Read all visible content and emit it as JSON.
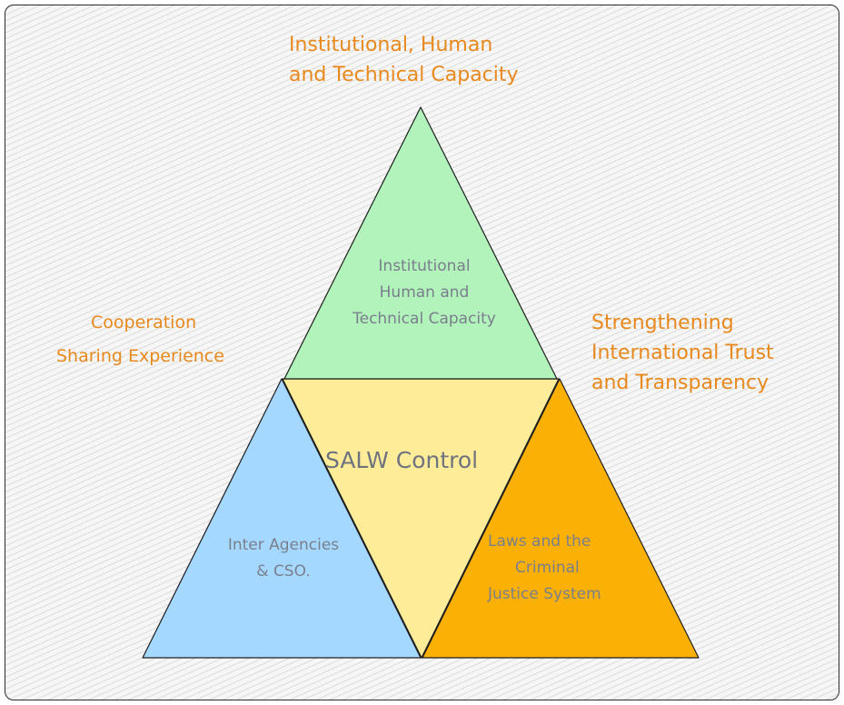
{
  "colors": {
    "top_fill": "#b2f2bb",
    "center_fill": "#ffec99",
    "left_fill": "#a5d8ff",
    "right_fill": "#fab005",
    "stroke": "#1e1e1e",
    "outer_text": "#e8891e",
    "inner_text": "#7a7f8c"
  },
  "outer_labels": {
    "top": [
      "Institutional, Human",
      "and Technical Capacity"
    ],
    "left": [
      "Cooperation",
      "Sharing Experience"
    ],
    "right": [
      "Strengthening",
      "International Trust",
      "and Transparency"
    ]
  },
  "triangles": {
    "top": {
      "lines": [
        "Institutional",
        "Human and",
        "Technical Capacity"
      ]
    },
    "center": {
      "lines": [
        "SALW Control"
      ]
    },
    "left": {
      "lines": [
        "Inter Agencies",
        "& CSO."
      ]
    },
    "right": {
      "lines": [
        "Laws and the",
        "Criminal",
        "Justice System"
      ]
    }
  }
}
